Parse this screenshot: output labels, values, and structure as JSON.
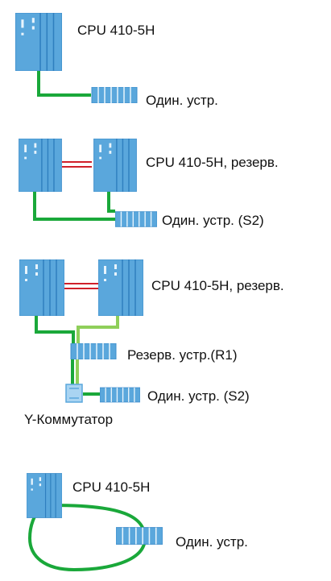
{
  "colors": {
    "device_fill": "#5aa7dc",
    "device_dark": "#2f7fbf",
    "device_light": "#a9d4f2",
    "profibus_green": "#1aa83a",
    "profibus_light_green": "#8fcf5a",
    "sync_red": "#d0202a",
    "text": "#111111"
  },
  "sections": [
    {
      "id": "single",
      "cpu_label": "CPU 410-5H",
      "io_label": "Один. устр."
    },
    {
      "id": "redundant",
      "cpu_label": "CPU 410-5H, резерв.",
      "io_label": "Один. устр. (S2)"
    },
    {
      "id": "redundant-y",
      "cpu_label": "CPU 410-5H, резерв.",
      "io_r1_label": "Резерв. устр.(R1)",
      "io_s2_label": "Один. устр. (S2)",
      "switch_label": "Y-Коммутатор"
    },
    {
      "id": "ring",
      "cpu_label": "CPU 410-5H",
      "io_label": "Один. устр."
    }
  ],
  "icons": [
    "cpu-rack-icon",
    "io-module-icon",
    "y-switch-icon"
  ]
}
